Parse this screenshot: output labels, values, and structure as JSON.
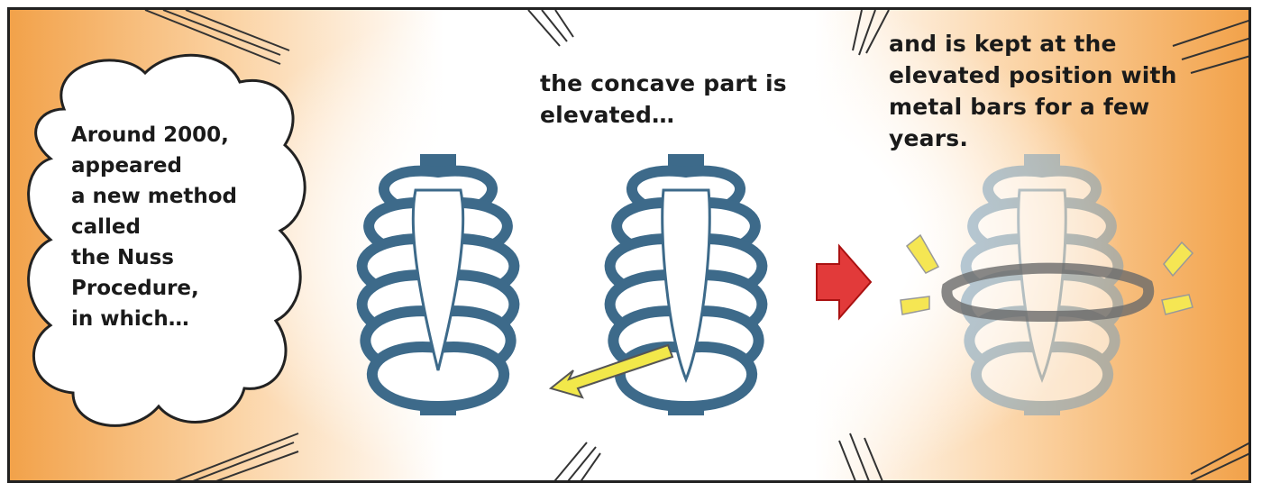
{
  "speech_bubble": {
    "text": "Around 2000,\nappeared\na new method\ncalled\nthe Nuss\nProcedure,\nin which…"
  },
  "captions": {
    "middle": "the concave part is\nelevated…",
    "right": "and is kept at the\nelevated position with\nmetal bars for a few\nyears."
  },
  "colors": {
    "background_glow": "#f2a24a",
    "rib_dark": "#3d6a8a",
    "rib_light": "#d4e6f1",
    "arrow_red": "#e23a3a",
    "arrow_yellow": "#f2e84a",
    "spark_yellow": "#f5e653"
  },
  "icons": [
    "ribcage-concave",
    "ribcage-elevated",
    "ribcage-with-bar",
    "red-right-arrow",
    "yellow-push-arrow",
    "sparkle-lines"
  ]
}
